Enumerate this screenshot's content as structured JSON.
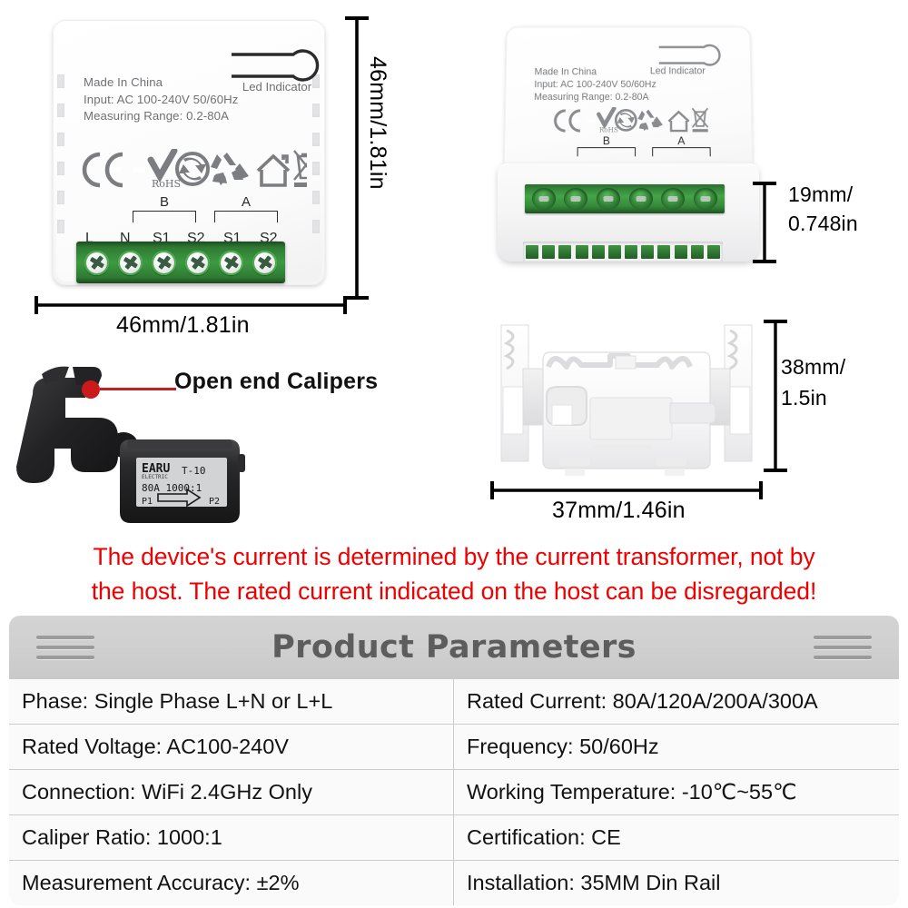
{
  "device": {
    "label": {
      "origin": "Made In China",
      "input": "Input: AC 100-240V 50/60Hz",
      "range": "Measuring Range: 0.2-80A",
      "led": "Led Indicator"
    },
    "certifications": [
      "ce-mark",
      "rohs-check",
      "green-dot",
      "recycle",
      "house",
      "weee-bin"
    ],
    "rohs_text": "RoHS",
    "terminals": {
      "names": [
        "L",
        "N",
        "S1",
        "S2",
        "S1",
        "S2"
      ],
      "group_b": "B",
      "group_a": "A"
    }
  },
  "dimensions": {
    "front_height": "46mm/1.81in",
    "front_width": "46mm/1.81in",
    "angled_depth_line1": "19mm/",
    "angled_depth_line2": "0.748in",
    "bracket_height_line1": "38mm/",
    "bracket_height_line2": "1.5in",
    "bracket_width": "37mm/1.46in"
  },
  "caliper": {
    "callout": "Open end Calipers",
    "brand": "EARU",
    "brand_sub": "ELECTRIC",
    "model": "T-10",
    "rating": "80A  1000:1",
    "p1": "P1",
    "p2": "P2",
    "dot_color": "#cc1a1a"
  },
  "warning": {
    "line1": "The device's current is determined by the current transformer, not by",
    "line2": "the host. The rated current indicated on the host can be disregarded!",
    "color": "#ee0000"
  },
  "parameters": {
    "title": "Product Parameters",
    "rows": [
      [
        "Phase: Single Phase L+N or L+L",
        "Rated Current: 80A/120A/200A/300A"
      ],
      [
        "Rated Voltage: AC100-240V",
        "Frequency: 50/60Hz"
      ],
      [
        "Connection: WiFi 2.4GHz Only",
        "Working Temperature: -10℃~55℃"
      ],
      [
        "Caliper Ratio: 1000:1",
        "Certification: CE"
      ],
      [
        "Measurement Accuracy: ±2%",
        "Installation: 35MM Din Rail"
      ]
    ]
  }
}
